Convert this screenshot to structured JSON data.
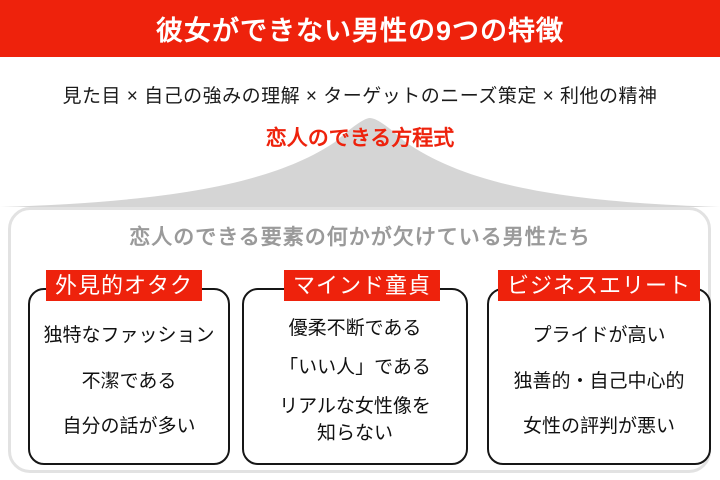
{
  "colors": {
    "accent_red": "#ee220c",
    "mountain_gray": "#d5d5d5",
    "group_border_gray": "#e2e2e2",
    "subtitle_gray": "#9a9a9a",
    "card_border_black": "#161616",
    "body_text": "#111111"
  },
  "header": {
    "title": "彼女ができない男性の9つの特徴"
  },
  "formula": {
    "equation": "見た目 × 自己の強みの理解 × ターゲットのニーズ策定 × 利他の精神",
    "label": "恋人のできる方程式"
  },
  "section": {
    "subtitle": "恋人のできる要素の何かが欠けている男性たち",
    "categories": [
      {
        "label": "外見的オタク",
        "traits": [
          "独特なファッション",
          "不潔である",
          "自分の話が多い"
        ]
      },
      {
        "label": "マインド童貞",
        "traits": [
          "優柔不断である",
          "「いい人」である",
          "リアルな女性像を\n知らない"
        ]
      },
      {
        "label": "ビジネスエリート",
        "traits": [
          "プライドが高い",
          "独善的・自己中心的",
          "女性の評判が悪い"
        ]
      }
    ]
  }
}
